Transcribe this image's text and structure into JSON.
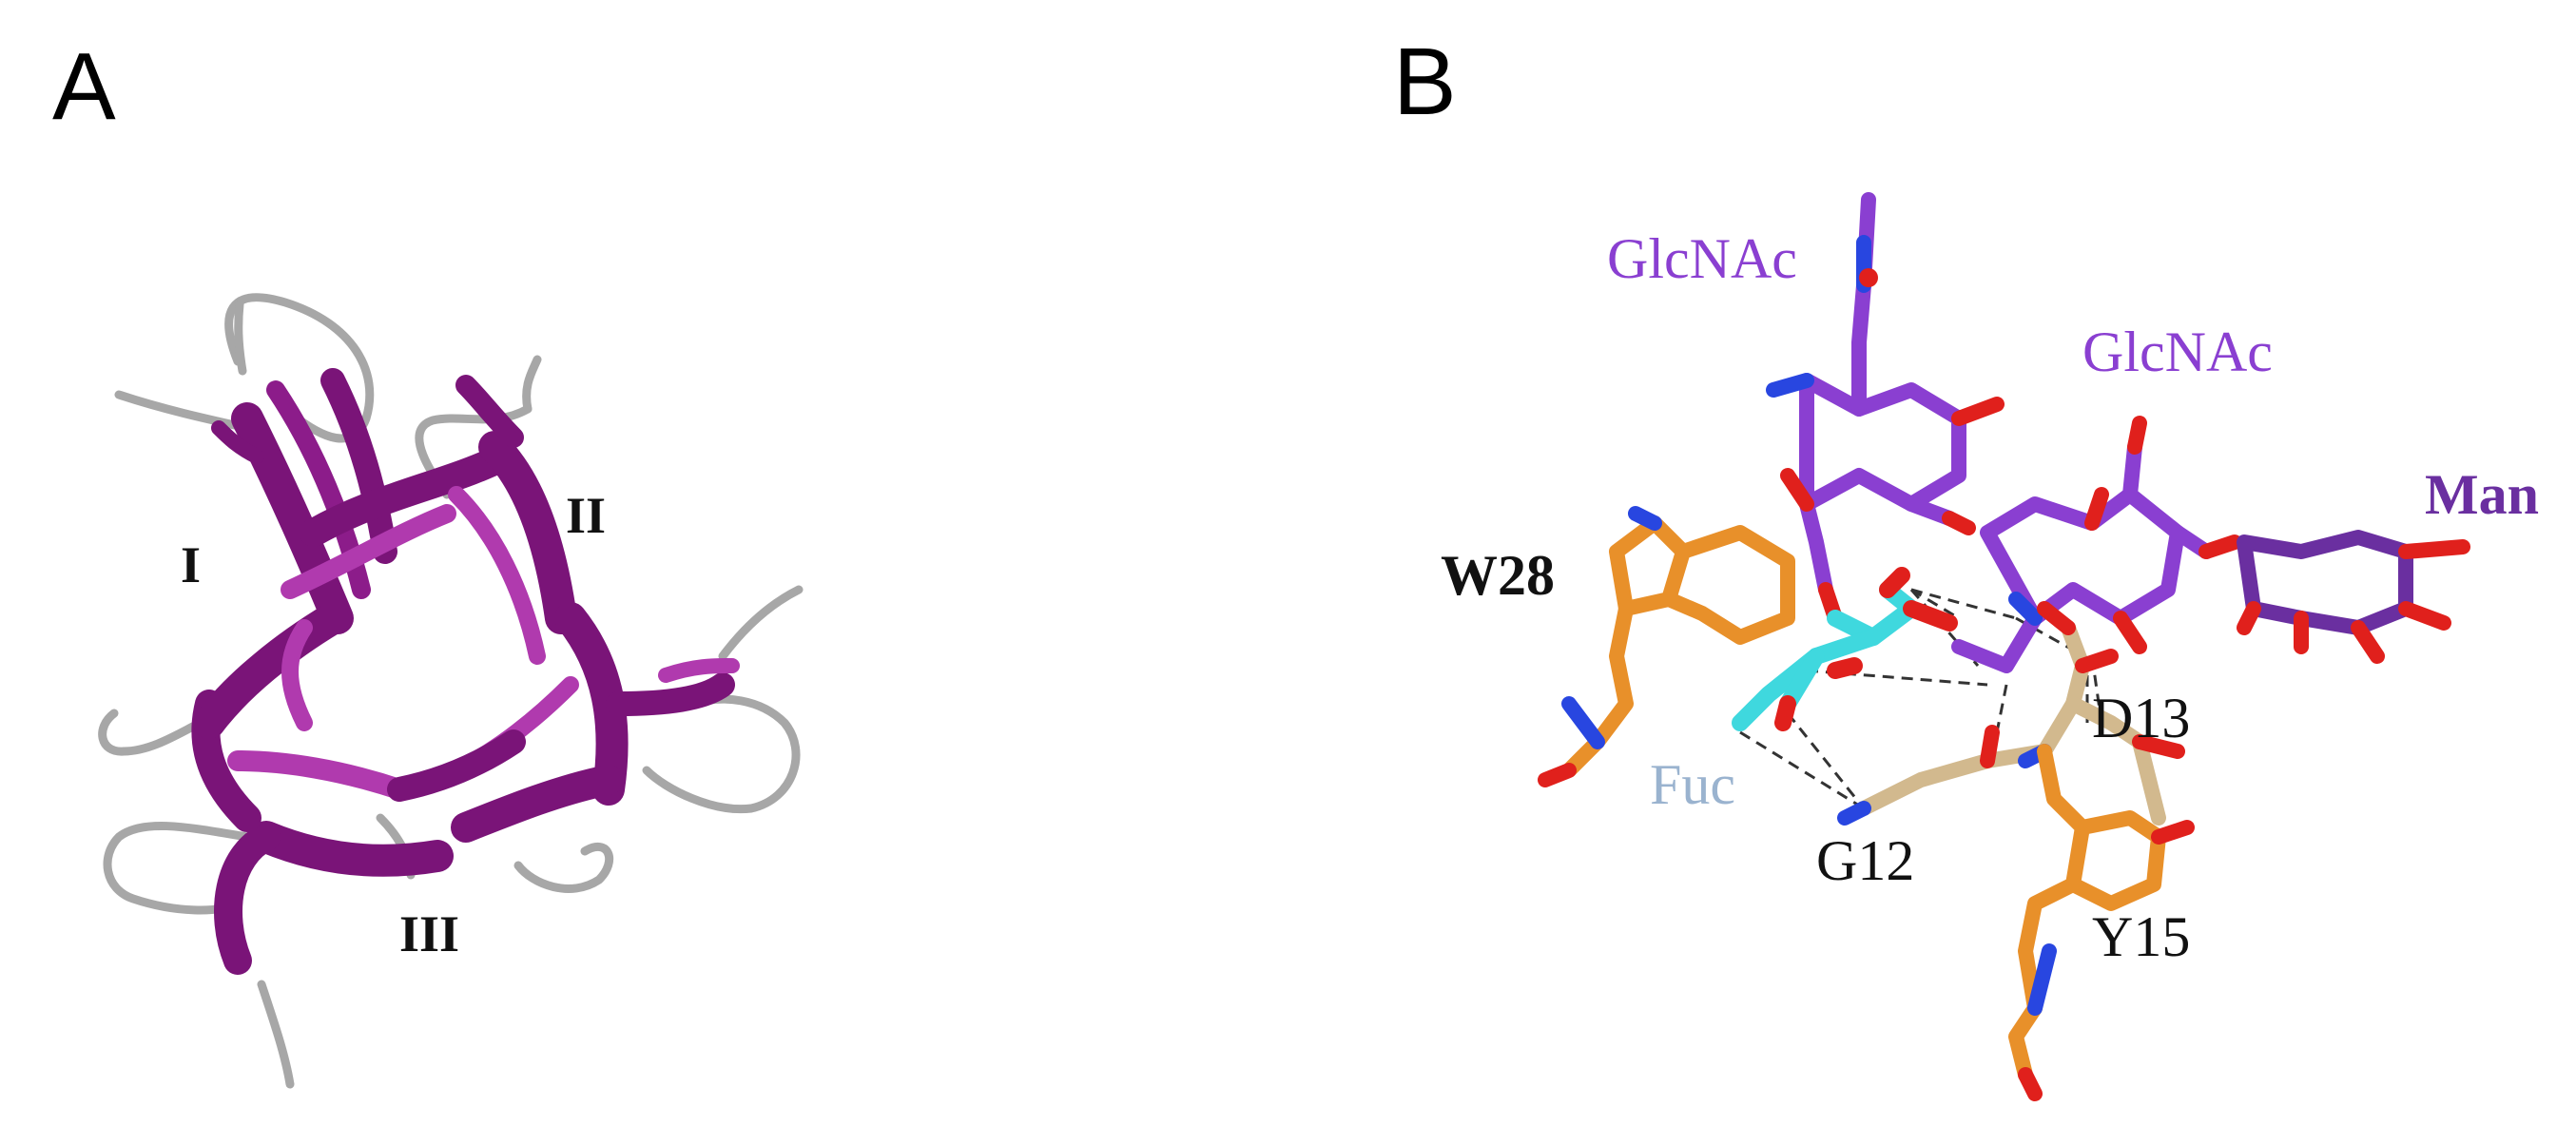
{
  "panels": {
    "a": {
      "letter": "A",
      "domains": [
        "I",
        "II",
        "III"
      ]
    },
    "b": {
      "letter": "B",
      "sugars": {
        "glcnac_1": "GlcNAc",
        "glcnac_2": "GlcNAc",
        "man": "Man",
        "fuc": "Fuc"
      },
      "residues": {
        "w28": "W28",
        "d13": "D13",
        "g12": "G12",
        "y15": "Y15"
      }
    }
  },
  "colors": {
    "strand": "#7a1478",
    "strand_light": "#b03aae",
    "loop": "#a7a7a7",
    "glcnac": "#8a3fd1",
    "man": "#6a2fa0",
    "fucose": "#3fd8de",
    "fuc_label": "#9ab3cf",
    "tryptophan": "#e8902a",
    "backbone": "#d2b98e",
    "oxygen": "#e0201c",
    "nitrogen": "#2846e0",
    "hbond": "#333333"
  }
}
